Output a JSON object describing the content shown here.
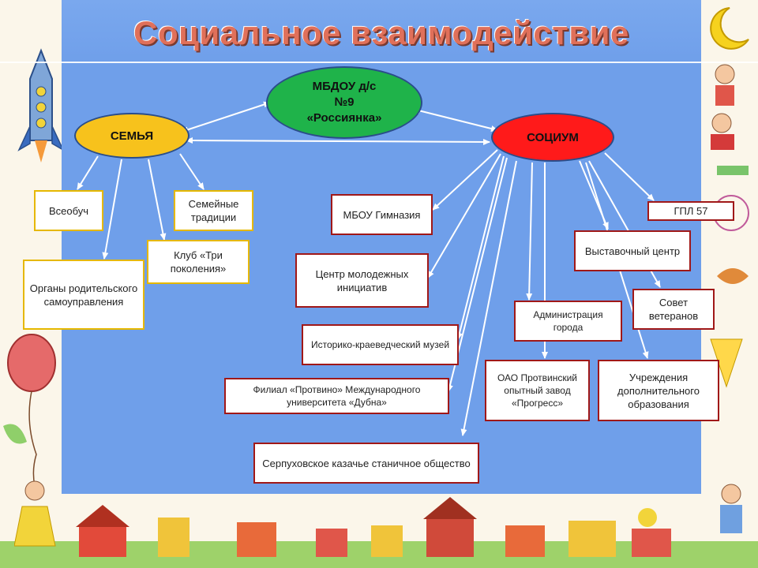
{
  "title": "Социальное взаимодействие",
  "center_node": {
    "lines": [
      "МБДОУ д/с",
      "№9",
      "«Россиянка»"
    ]
  },
  "family_node": {
    "label": "СЕМЬЯ"
  },
  "socium_node": {
    "label": "СОЦИУМ"
  },
  "family_items": [
    "Всеобуч",
    "Семейные традиции",
    "Органы родительского самоуправления",
    "Клуб «Три поколения»"
  ],
  "socium_items": [
    "МБОУ Гимназия",
    "Центр молодежных инициатив",
    "Историко-краеведческий музей",
    "Филиал «Протвино» Международного университета «Дубна»",
    "Серпуховское казачье станичное общество",
    "Администрация города",
    "ОАО Протвинский опытный завод «Прогресс»",
    "ГПЛ 57",
    "Выставочный центр",
    "Совет ветеранов",
    "Учреждения дополнительного образования"
  ],
  "colors": {
    "panel": "#6f9fea",
    "center": "#1fb34a",
    "family": "#f7c21c",
    "socium": "#ff1a1a",
    "family_border": "#e6b800",
    "socium_border": "#a01818",
    "title": "#e0705a"
  }
}
